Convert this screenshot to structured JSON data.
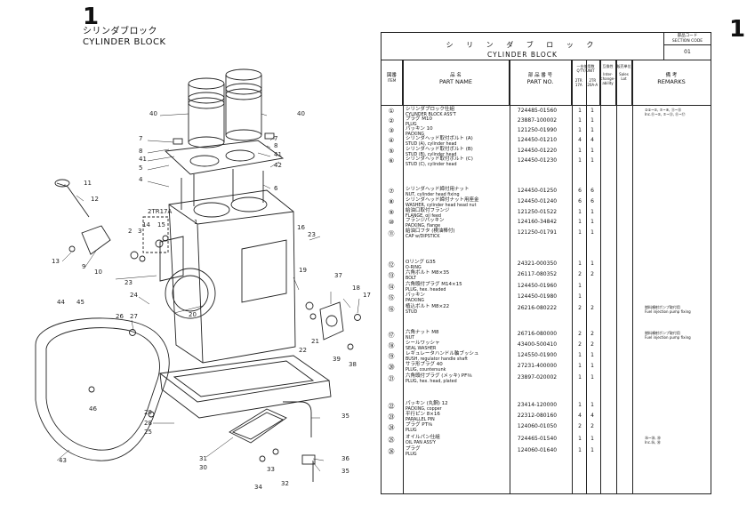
{
  "left_page": {
    "number": "1",
    "title_jp": "シリンダブロック",
    "title_en": "CYLINDER BLOCK",
    "callouts": [
      "40",
      "40",
      "7",
      "7",
      "8",
      "8",
      "41",
      "41",
      "5",
      "42",
      "4",
      "6",
      "11",
      "12",
      "2TR17A",
      "14",
      "15",
      "3",
      "2",
      "1",
      "16",
      "23",
      "13",
      "9",
      "10",
      "23",
      "19",
      "37",
      "24",
      "18",
      "17",
      "20",
      "44",
      "45",
      "26",
      "27",
      "22",
      "21",
      "39",
      "38",
      "46",
      "29",
      "28",
      "25",
      "35",
      "43",
      "31",
      "30",
      "33",
      "32",
      "34",
      "36",
      "35"
    ]
  },
  "right_page": {
    "number": "1",
    "header": {
      "title_jp": "シ リ ン ダ ブ ロ ッ ク",
      "title_en": "CYLINDER BLOCK",
      "section_code_label_jp": "部品コード",
      "section_code_label_en": "SECTION CODE",
      "section_code": "01"
    },
    "columns": {
      "item_jp": "図番",
      "item_en": "ITEM",
      "name_jp": "品 名",
      "name_en": "PART NAME",
      "no_jp": "部 品 番 号",
      "no_en": "PART NO.",
      "qty_jp": "一台使用数",
      "qty_en": "Q'TY/UNIT",
      "qty_a": "2TR 17A",
      "qty_b": "2TR 20A-A",
      "interchange_jp": "互換性",
      "interchange_en": "Inter-change-ability",
      "sales_jp": "販売単位",
      "sales_en": "Sales Lot",
      "remarks_jp": "備 考",
      "remarks_en": "REMARKS"
    },
    "parts": [
      {
        "item": "①",
        "name_jp": "シリンダブロック仕組",
        "name_en": "CYLINDER BLOCK ASS'T",
        "no": "724485-01560",
        "q1": "1",
        "q2": "1",
        "remarks": "②①~⑤, ⑦~⑨, ⑪~⑬\nInc.⑪~⑤, ⑦~⑬, ⑪~⑰"
      },
      {
        "item": "②",
        "name_jp": "プラグ M10",
        "name_en": "PLUG",
        "no": "23887-100002",
        "q1": "1",
        "q2": "1",
        "remarks": ""
      },
      {
        "item": "③",
        "name_jp": "パッキン 10",
        "name_en": "PACKING",
        "no": "121250-01990",
        "q1": "1",
        "q2": "1",
        "remarks": ""
      },
      {
        "item": "④",
        "name_jp": "シリンダヘッド取付ボルト (A)",
        "name_en": "STUD (A), cylinder head",
        "no": "124450-01210",
        "q1": "4",
        "q2": "4",
        "remarks": ""
      },
      {
        "item": "⑤",
        "name_jp": "シリンダヘッド取付ボルト (B)",
        "name_en": "STUD (B), cylinder head",
        "no": "124450-01220",
        "q1": "1",
        "q2": "1",
        "remarks": ""
      },
      {
        "item": "⑥",
        "name_jp": "シリンダヘッド取付ボルト (C)",
        "name_en": "STUD (C), cylinder head",
        "no": "124450-01230",
        "q1": "1",
        "q2": "1",
        "remarks": ""
      },
      {
        "item": "⑦",
        "name_jp": "シリンダヘッド締付用ナット",
        "name_en": "NUT, cylinder head fixing",
        "no": "124450-01250",
        "q1": "6",
        "q2": "6",
        "remarks": ""
      },
      {
        "item": "⑧",
        "name_jp": "シリンダヘッド締付ナット用座金",
        "name_en": "WASHER, cylinder head head nut",
        "no": "124450-01240",
        "q1": "6",
        "q2": "6",
        "remarks": ""
      },
      {
        "item": "⑨",
        "name_jp": "給油口取付フランジ",
        "name_en": "FLANGE, oil feed",
        "no": "121250-01522",
        "q1": "1",
        "q2": "1",
        "remarks": ""
      },
      {
        "item": "⑩",
        "name_jp": "フランジパッキン",
        "name_en": "PACKING, flange",
        "no": "124160-34842",
        "q1": "1",
        "q2": "1",
        "remarks": ""
      },
      {
        "item": "⑪",
        "name_jp": "給油口フタ (検油棒付)",
        "name_en": "CAP w/DIPSTICK",
        "no": "121250-01791",
        "q1": "1",
        "q2": "1",
        "remarks": ""
      },
      {
        "item": "⑫",
        "name_jp": "Oリング G35",
        "name_en": "O-RING",
        "no": "24321-000350",
        "q1": "1",
        "q2": "1",
        "remarks": ""
      },
      {
        "item": "⑬",
        "name_jp": "六角ボルト M8×35",
        "name_en": "BOLT",
        "no": "26117-080352",
        "q1": "2",
        "q2": "2",
        "remarks": ""
      },
      {
        "item": "⑭",
        "name_jp": "六角頭付プラグ M14×15",
        "name_en": "PLUG, hex. headed",
        "no": "124450-01960",
        "q1": "1",
        "q2": "",
        "remarks": ""
      },
      {
        "item": "⑮",
        "name_jp": "パッキン",
        "name_en": "PACKING",
        "no": "124450-01980",
        "q1": "1",
        "q2": "",
        "remarks": ""
      },
      {
        "item": "⑯",
        "name_jp": "植込ボルト M8×22",
        "name_en": "STUD",
        "no": "26216-080222",
        "q1": "2",
        "q2": "2",
        "remarks": "燃料噴射ポンプ取付用\nFuel injection pump fixing"
      },
      {
        "item": "⑰",
        "name_jp": "六角ナット M8",
        "name_en": "NUT",
        "no": "26716-080000",
        "q1": "2",
        "q2": "2",
        "remarks": "燃料噴射ポンプ取付用\nFuel injection pump fixing"
      },
      {
        "item": "⑱",
        "name_jp": "シールワッシャ",
        "name_en": "SEAL WASHER",
        "no": "43400-500410",
        "q1": "2",
        "q2": "2",
        "remarks": ""
      },
      {
        "item": "⑲",
        "name_jp": "レギュレータハンドル軸ブッシュ",
        "name_en": "BUSH, regulator handle shaft",
        "no": "124550-01900",
        "q1": "1",
        "q2": "1",
        "remarks": ""
      },
      {
        "item": "⑳",
        "name_jp": "サラ形プラグ 40",
        "name_en": "PLUG, countersunk",
        "no": "27231-400000",
        "q1": "1",
        "q2": "1",
        "remarks": ""
      },
      {
        "item": "㉑",
        "name_jp": "六角頭付プラグ (メッキ) PF⅜",
        "name_en": "PLUG, hex. head, plated",
        "no": "23897-020002",
        "q1": "1",
        "q2": "1",
        "remarks": ""
      },
      {
        "item": "㉒",
        "name_jp": "パッキン (丸鋼) 12",
        "name_en": "PACKING, copper",
        "no": "23414-120000",
        "q1": "1",
        "q2": "1",
        "remarks": ""
      },
      {
        "item": "㉓",
        "name_jp": "平行ピン 8×16",
        "name_en": "PARALLEL PIN",
        "no": "22312-080160",
        "q1": "4",
        "q2": "4",
        "remarks": ""
      },
      {
        "item": "㉔",
        "name_jp": "プラグ PT⅜",
        "name_en": "PLUG",
        "no": "124060-01050",
        "q1": "2",
        "q2": "2",
        "remarks": ""
      },
      {
        "item": "㉕",
        "name_jp": "オイルパン仕組",
        "name_en": "OIL PAN ASS'Y",
        "no": "724465-01540",
        "q1": "1",
        "q2": "1",
        "remarks": "㉖~㉘, ㉚\nInc.㉖, ㉚"
      },
      {
        "item": "㉖",
        "name_jp": "プラグ",
        "name_en": "PLUG",
        "no": "124060-01640",
        "q1": "1",
        "q2": "1",
        "remarks": ""
      }
    ]
  }
}
